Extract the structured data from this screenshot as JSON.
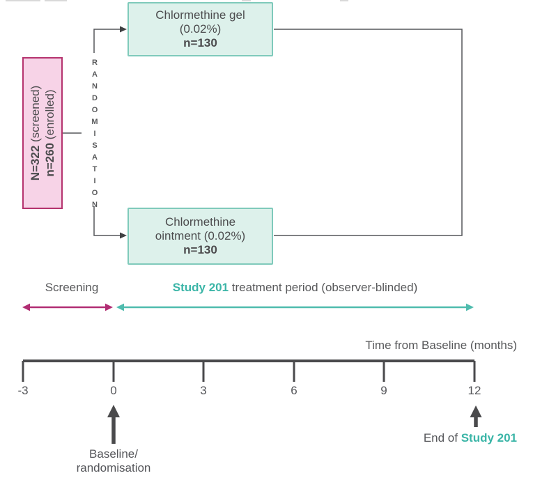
{
  "flowchart": {
    "enrollment_box": {
      "line1_bold": "N=322",
      "line1_rest": " (screened)",
      "line2_bold": "n=260",
      "line2_rest": " (enrolled)"
    },
    "randomisation_label": "RANDOMISATION",
    "arm_gel": {
      "line1": "Chlormethine gel",
      "line2": "(0.02%)",
      "n": "n=130"
    },
    "arm_ointment": {
      "line1": "Chlormethine",
      "line2": "ointment (0.02%)",
      "n": "n=130"
    }
  },
  "periods": {
    "screening_label": "Screening",
    "treatment_bold": "Study 201",
    "treatment_rest": " treatment period (observer-blinded)"
  },
  "timeline": {
    "axis_label": "Time from Baseline (months)",
    "ticks": [
      "-3",
      "0",
      "3",
      "6",
      "9",
      "12"
    ],
    "baseline_line1": "Baseline/",
    "baseline_line2": "randomisation",
    "end_prefix": "End of ",
    "end_bold": "Study 201"
  },
  "colors": {
    "magenta_accent": "#b12d73",
    "teal_accent": "#3bb5a7",
    "teal_arrow": "#4fbcae",
    "pink_fill": "#f7d3e7",
    "pink_border": "#b5336e",
    "mint_fill": "#ddf1eb",
    "mint_border": "#7fcabb",
    "line_gray": "#55565a",
    "text_gray": "#58595b"
  }
}
